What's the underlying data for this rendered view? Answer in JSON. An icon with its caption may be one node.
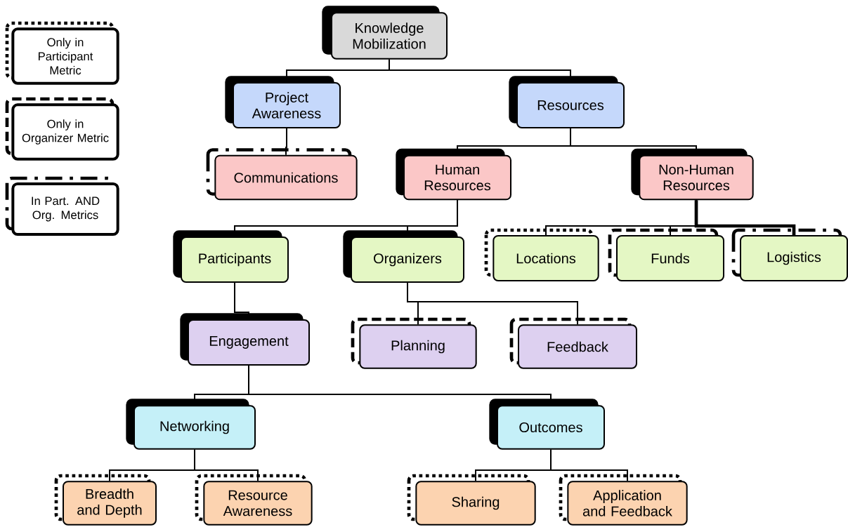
{
  "diagram": {
    "nodes": [
      {
        "text": [
          "Knowledge Mobilization"
        ]
      },
      {
        "text": [
          "Project Awareness"
        ]
      },
      {
        "text": [
          "Resources"
        ]
      },
      {
        "text": [
          "Communications"
        ]
      },
      {
        "text": [
          "Human Resources"
        ]
      },
      {
        "text": [
          "Non-Human Resources"
        ]
      },
      {
        "text": [
          "Participants"
        ]
      },
      {
        "text": [
          "Organizers"
        ]
      },
      {
        "text": [
          "Locations"
        ]
      },
      {
        "text": [
          "Funds"
        ]
      },
      {
        "text": [
          "Logistics"
        ]
      },
      {
        "text": [
          "Engagement"
        ]
      },
      {
        "text": [
          "Planning"
        ]
      },
      {
        "text": [
          "Feedback"
        ]
      },
      {
        "text": [
          "Networking"
        ]
      },
      {
        "text": [
          "Outcomes"
        ]
      },
      {
        "text": [
          "Breadth and Depth"
        ]
      },
      {
        "text": [
          "Resource Awareness"
        ]
      },
      {
        "text": [
          "Sharing"
        ]
      },
      {
        "text": [
          "Application and Feedback"
        ]
      }
    ],
    "edges": [
      {
        "from": 0,
        "to": 1,
        "arrow": "none"
      },
      {
        "from": 0,
        "to": 2,
        "arrow": "none"
      },
      {
        "from": 1,
        "to": 3,
        "arrow": "none"
      },
      {
        "from": 2,
        "to": 4,
        "arrow": "none"
      },
      {
        "from": 2,
        "to": 5,
        "arrow": "none"
      },
      {
        "from": 4,
        "to": 6,
        "arrow": "none"
      },
      {
        "from": 4,
        "to": 7,
        "arrow": "none"
      },
      {
        "from": 5,
        "to": 8,
        "arrow": "none"
      },
      {
        "from": 5,
        "to": 9,
        "arrow": "none"
      },
      {
        "from": 5,
        "to": 10,
        "arrow": "none",
        "style": "thick"
      },
      {
        "from": 6,
        "to": 11,
        "arrow": "none"
      },
      {
        "from": 7,
        "to": 12,
        "arrow": "none"
      },
      {
        "from": 7,
        "to": 13,
        "arrow": "none"
      },
      {
        "from": 11,
        "to": 14,
        "arrow": "none"
      },
      {
        "from": 11,
        "to": 15,
        "arrow": "none"
      },
      {
        "from": 14,
        "to": 16,
        "arrow": "none"
      },
      {
        "from": 14,
        "to": 17,
        "arrow": "none"
      },
      {
        "from": 15,
        "to": 18,
        "arrow": "none"
      },
      {
        "from": 15,
        "to": 19,
        "arrow": "none"
      }
    ],
    "legend": [
      {
        "text": "Only in Participant Metric"
      },
      {
        "text": "Only in Organizer Metric"
      },
      {
        "text": "In Part. AND Org. Metrics"
      }
    ]
  }
}
